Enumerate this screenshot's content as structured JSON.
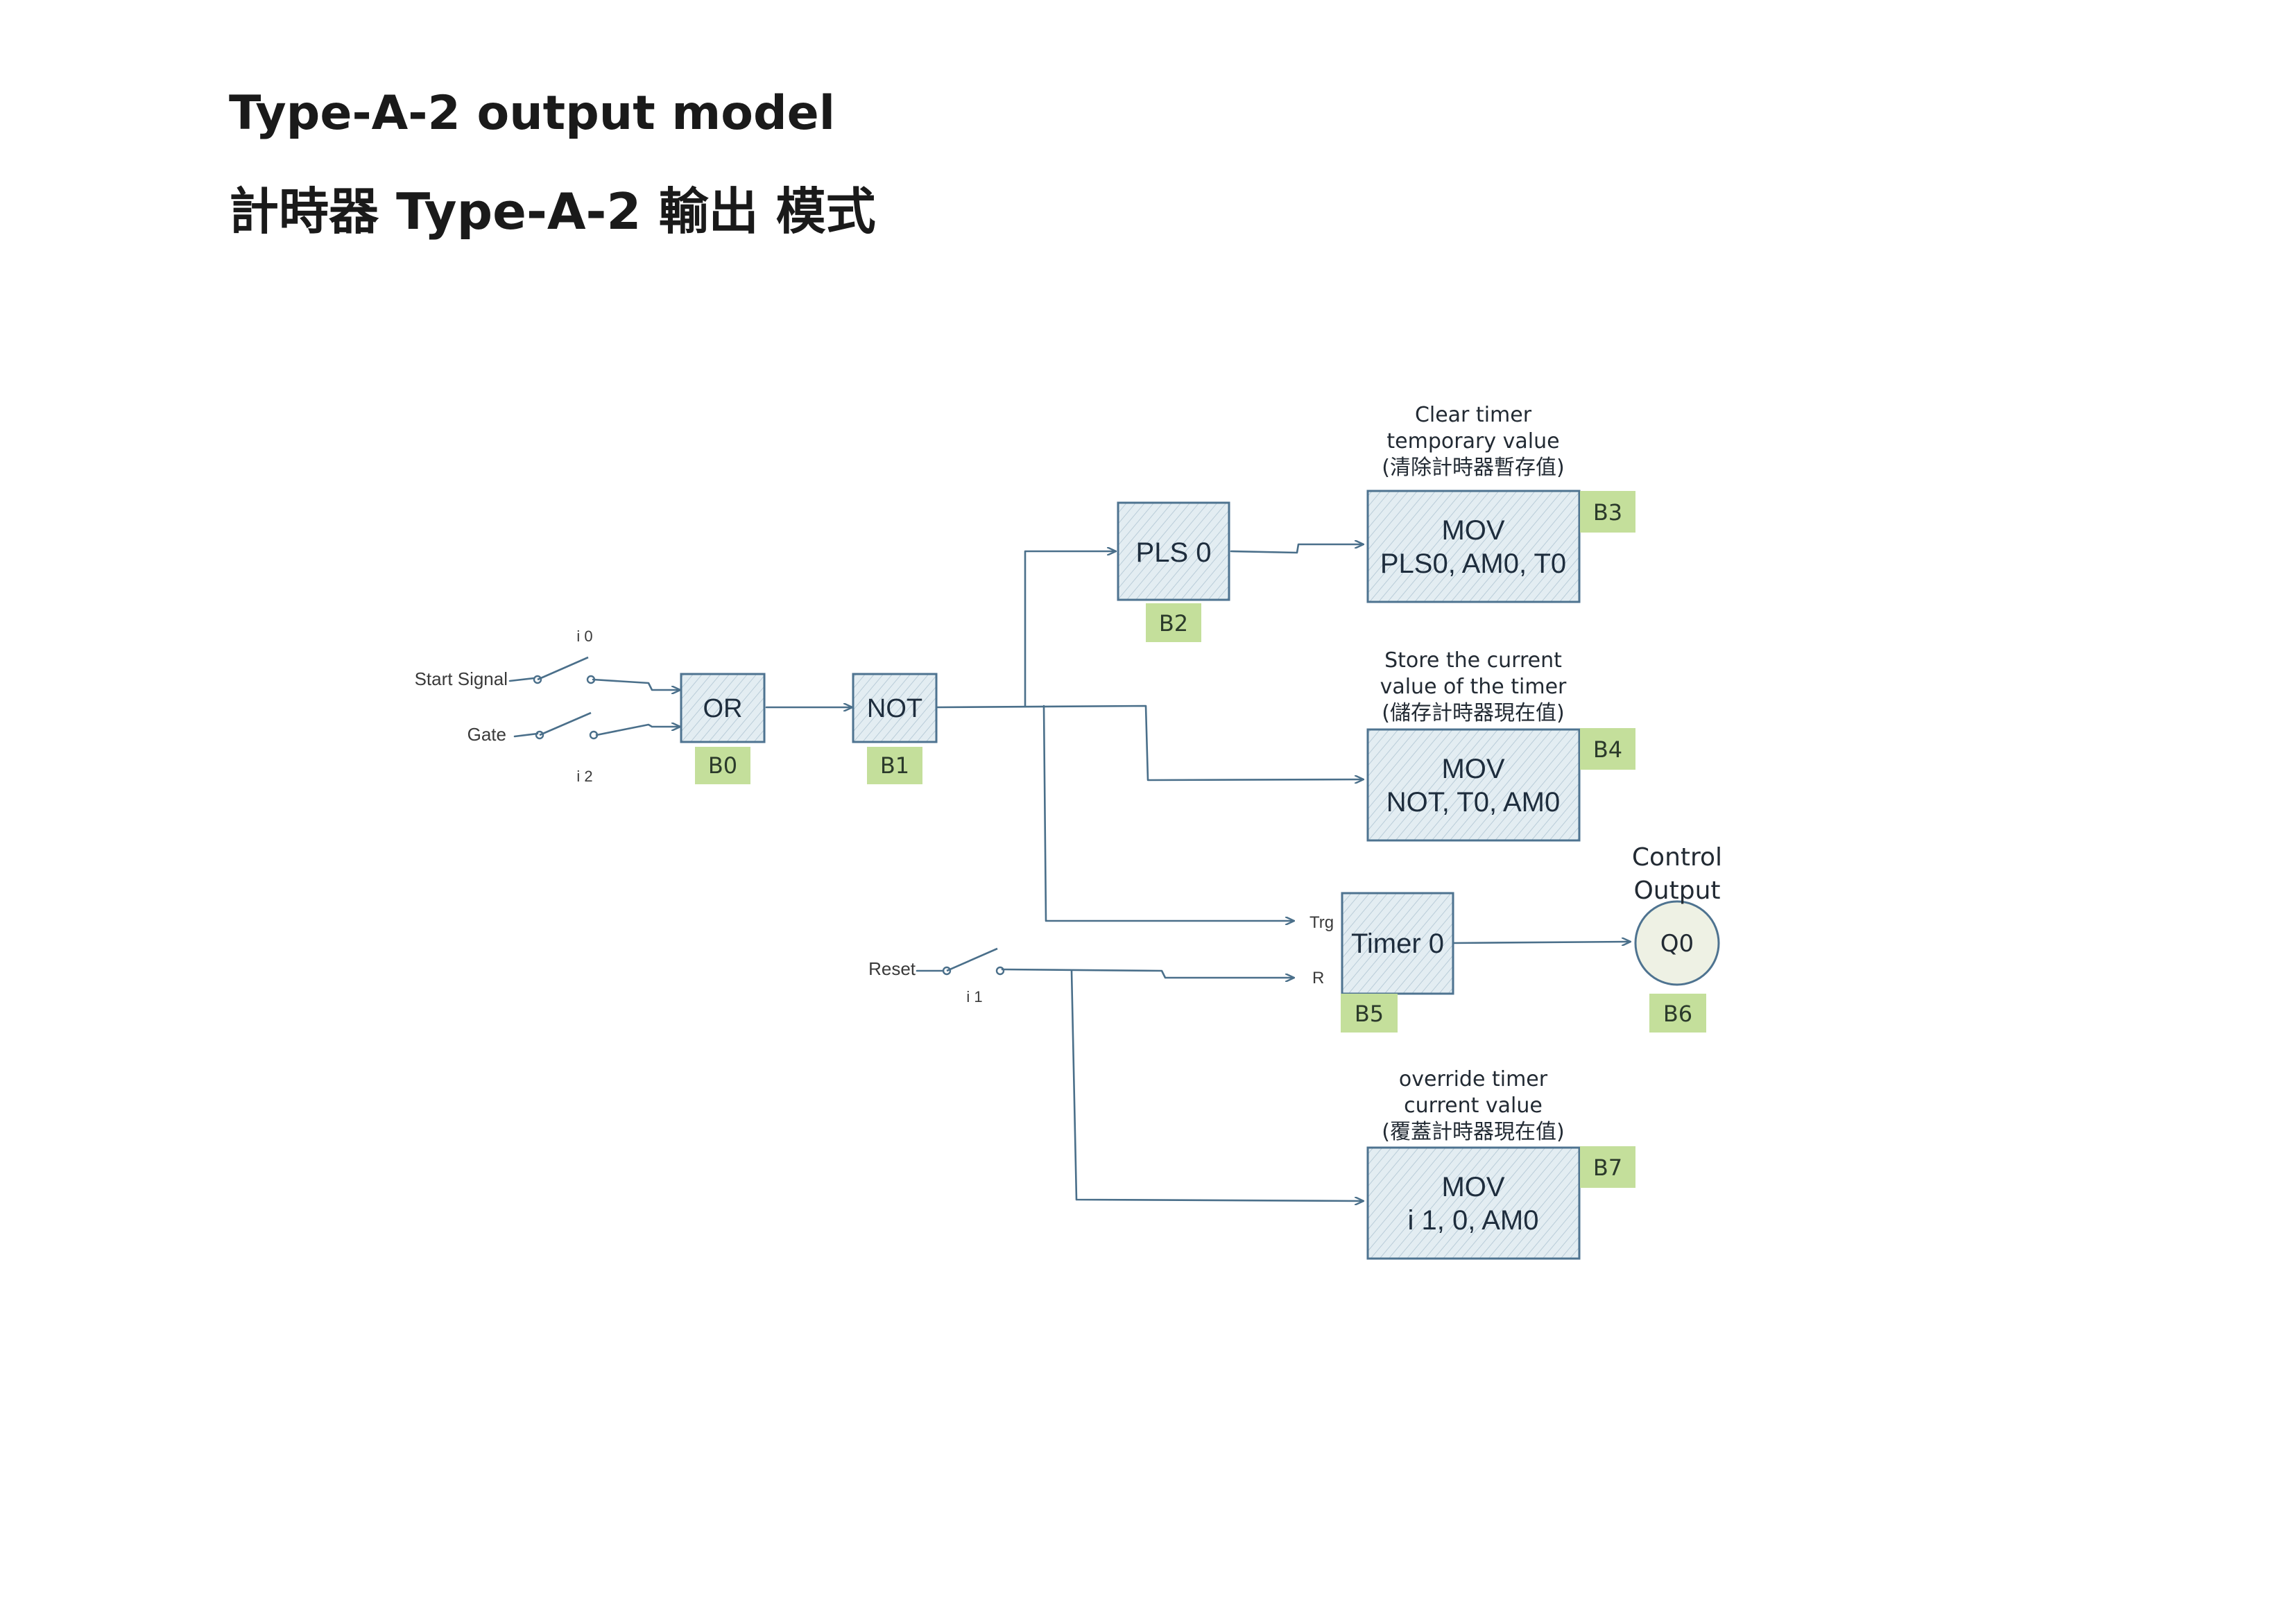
{
  "title": {
    "line1": "Type-A-2 output model",
    "line2": "計時器 Type-A-2 輸出 模式"
  },
  "inputs": {
    "start_signal": "Start Signal",
    "gate": "Gate",
    "reset": "Reset",
    "i0": "i 0",
    "i1": "i 1",
    "i2": "i 2"
  },
  "blocks": {
    "or": {
      "label": "OR",
      "badge": "B0"
    },
    "not": {
      "label": "NOT",
      "badge": "B1"
    },
    "pls": {
      "label": "PLS 0",
      "badge": "B2"
    },
    "mov_b3": {
      "line1": "MOV",
      "line2": "PLS0, AM0, T0",
      "badge": "B3"
    },
    "mov_b4": {
      "line1": "MOV",
      "line2": "NOT, T0, AM0",
      "badge": "B4"
    },
    "timer": {
      "label": "Timer 0",
      "badge": "B5",
      "trg": "Trg",
      "r": "R"
    },
    "output": {
      "label": "Q0",
      "badge": "B6"
    },
    "mov_b7": {
      "line1": "MOV",
      "line2": "i 1, 0, AM0",
      "badge": "B7"
    }
  },
  "notes": {
    "b3": [
      "Clear timer",
      "temporary value",
      "(清除計時器暫存值)"
    ],
    "b4": [
      "Store the current",
      "value of the timer",
      "(儲存計時器現在值)"
    ],
    "b7": [
      "override timer",
      "current value",
      "(覆蓋計時器現在值)"
    ],
    "output": [
      "Control",
      "Output"
    ]
  },
  "colors": {
    "wire": "#4a6f8a",
    "box_fill": "#e3edf2",
    "box_border": "#4e7390",
    "badge": "#c4df9b",
    "output_fill": "#eef1e4"
  }
}
